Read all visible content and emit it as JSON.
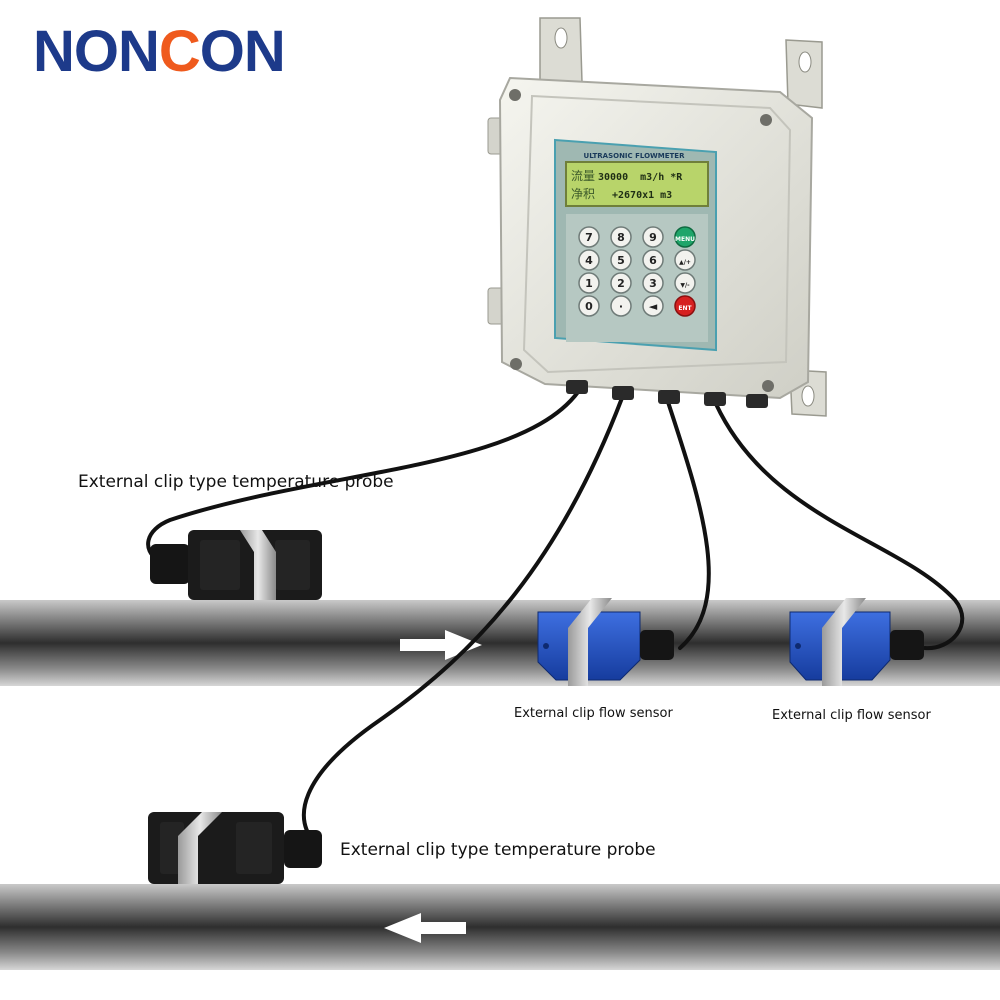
{
  "brand": {
    "prefix": "NON",
    "accent_letter": "C",
    "suffix": "ON",
    "color": "#1d3a8a",
    "accent_color": "#ef5a1d"
  },
  "meter": {
    "panel_title": "ULTRASONIC FLOWMETER",
    "lcd_row1_chars": "流量",
    "lcd_row1_value": "30000  m3/h *R",
    "lcd_row2_chars": "净积",
    "lcd_row2_value": "+2670x1 m3",
    "keys": [
      "7",
      "8",
      "9",
      "MENU",
      "4",
      "5",
      "6",
      "▲/+",
      "1",
      "2",
      "3",
      "▼/-",
      "0",
      "·",
      "◄",
      "ENT"
    ]
  },
  "labels": {
    "temp_probe_top": "External clip type temperature probe",
    "flow_sensor_1": "External clip flow sensor",
    "flow_sensor_2": "External clip flow sensor",
    "temp_probe_bottom": "External clip type temperature probe"
  },
  "colors": {
    "pipe": "#3a3a3a",
    "sensor_blue": "#1f4fc2",
    "probe_black": "#1b1b1b",
    "enclosure": "#ecece4",
    "lcd": "#b8d46a"
  }
}
